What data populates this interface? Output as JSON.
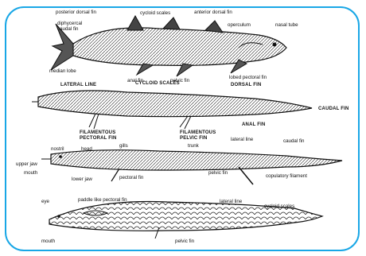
{
  "fish1": {
    "posterior_dorsal_fin": "posterior dorsal fin",
    "cycloid_scales": "cycloid scales",
    "anterior_dorsal_fin": "anterior dorsal fin",
    "diphycercal_caudal_fin": "diphycercal caudal fin",
    "operculum": "operculum",
    "nasal_tube": "nasal tube",
    "median_lobe": "median lobe",
    "anal_fin": "anal fin",
    "pelvic_fin": "pelvic fin",
    "lobed_pectoral_fin": "lobed pectoral fin"
  },
  "fish2": {
    "lateral_line": "LATERAL LINE",
    "cycloid_scales": "CYCLOID SCALES",
    "dorsal_fin": "DORSAL FIN",
    "caudal_fin": "CAUDAL FIN",
    "anal_fin": "ANAL FIN",
    "filamentous_pectoral_fin": "FILAMENTOUS PECTORAL FIN",
    "filamentous_pelvic_fin": "FILAMENTOUS PELVIC FIN"
  },
  "fish3": {
    "nostril": "nostril",
    "head": "head",
    "gills": "gills",
    "trunk": "trunk",
    "lateral_line": "lateral line",
    "caudal_fin": "caudal fin",
    "upper_jaw": "upper jaw",
    "mouth": "mouth",
    "lower_jaw": "lower jaw",
    "pectoral_fin": "pectoral fin",
    "pelvic_fin": "pelvic fin",
    "copulatory_filament": "copulatory filament"
  },
  "fish4": {
    "eye": "eye",
    "mouth": "mouth",
    "paddle_like_pectoral_fin": "paddle like pectoral fin",
    "lateral_line": "lateral line",
    "cycloid_scales": "cycloid scales",
    "pelvic_fin": "pelvic fin"
  }
}
